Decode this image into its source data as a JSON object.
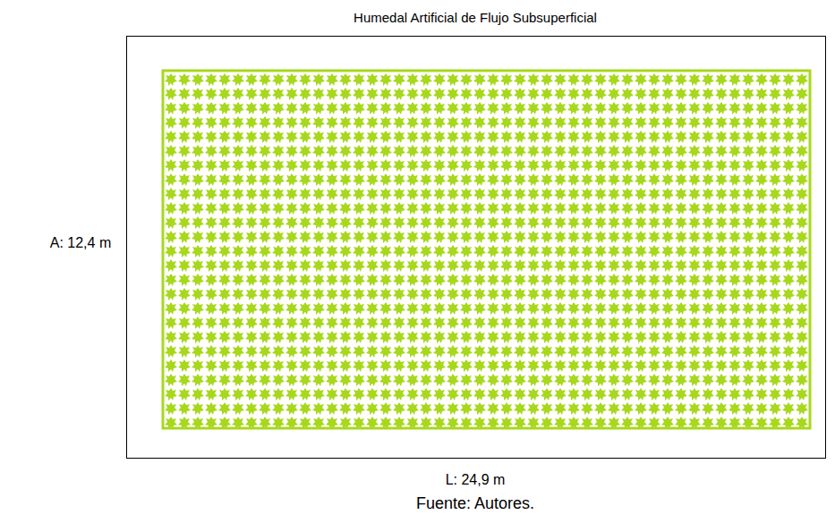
{
  "diagram": {
    "title": "Humedal Artificial de Flujo Subsuperficial",
    "caption": "Fuente: Autores.",
    "labels": [
      "A: 12,4 m",
      "L: 24,9 m"
    ]
  }
}
